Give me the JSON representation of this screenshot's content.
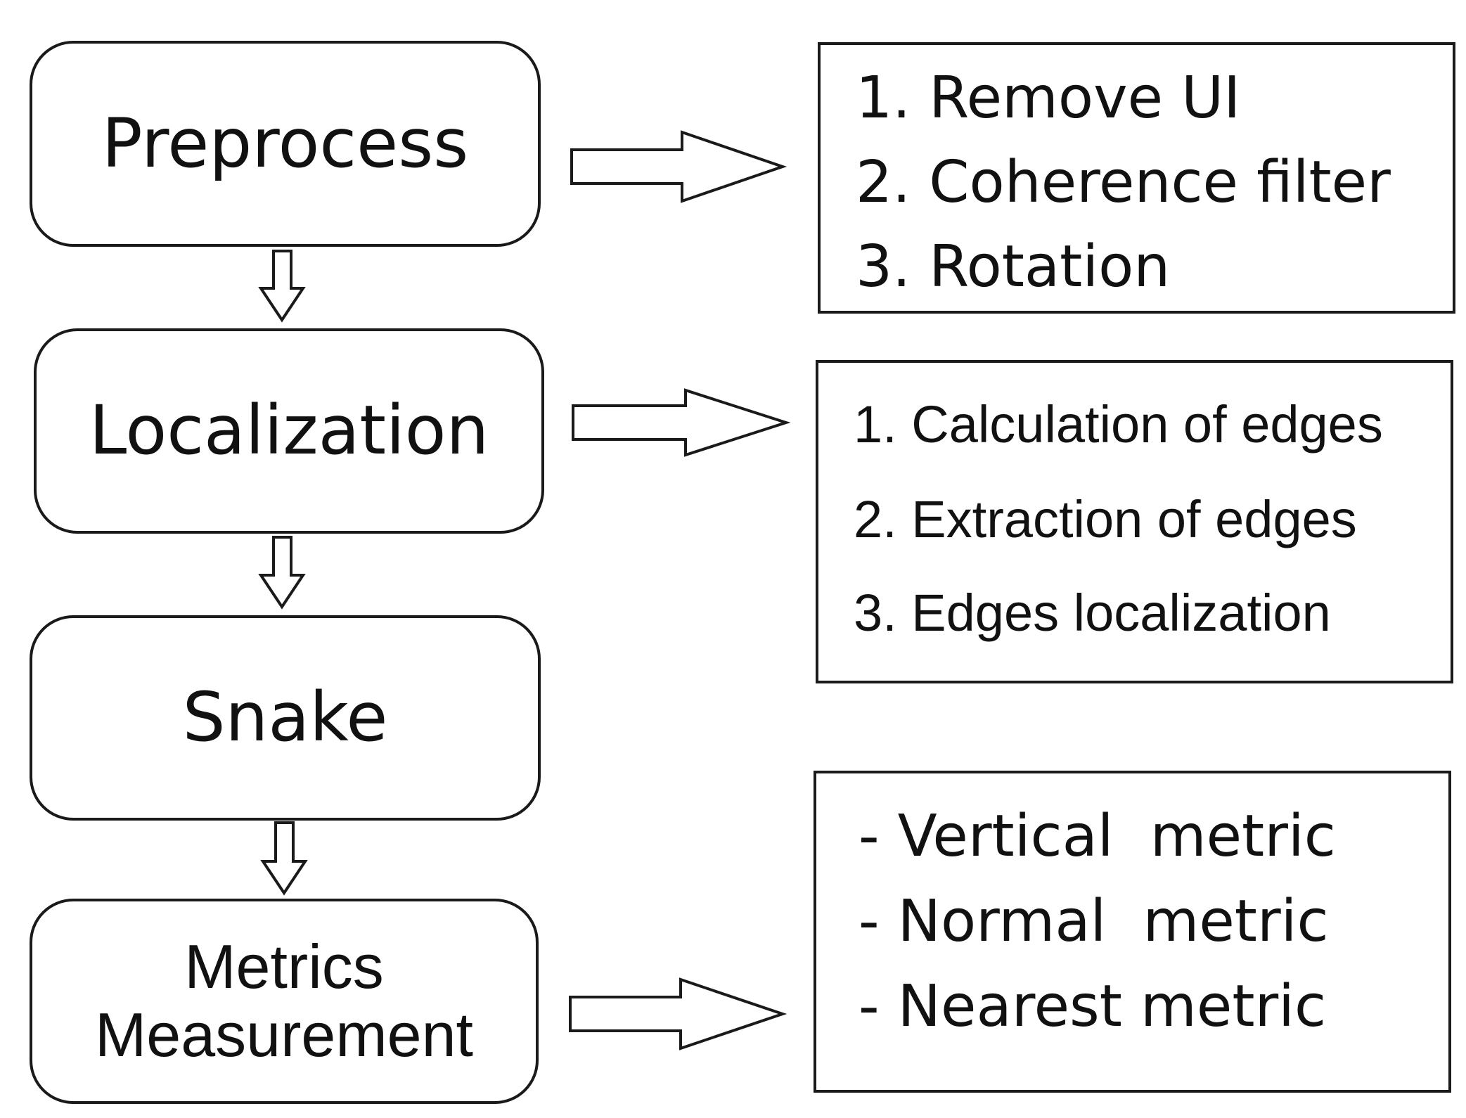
{
  "steps": [
    {
      "label": "Preprocess"
    },
    {
      "label": "Localization"
    },
    {
      "label": "Snake"
    },
    {
      "label_lines": [
        "Metrics",
        "Measurement"
      ]
    }
  ],
  "notes": {
    "preprocess": [
      "1. Remove UI",
      "2. Coherence filter",
      "3. Rotation"
    ],
    "localization": [
      "1. Calculation of edges",
      "2. Extraction of edges",
      "3. Edges localization"
    ],
    "metrics": [
      "- Vertical  metric",
      "- Normal  metric",
      "- Nearest metric"
    ]
  }
}
